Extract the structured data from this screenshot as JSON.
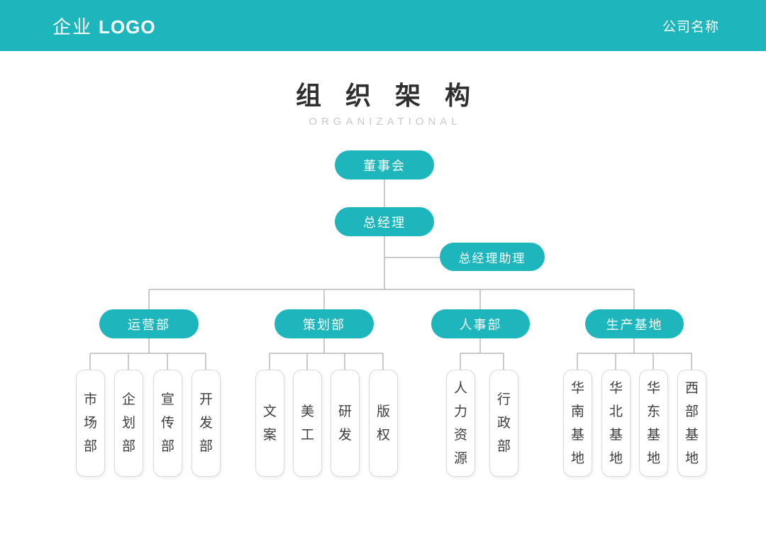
{
  "header": {
    "logo_prefix": "企业",
    "logo_suffix": "LOGO",
    "company_name": "公司名称"
  },
  "title": {
    "main": "组 织 架 构",
    "subtitle": "ORGANIZATIONAL"
  },
  "colors": {
    "teal": "#1eb6bd",
    "connector_line": "#b9b9b9",
    "title_text": "#2f2f2f",
    "subtitle_text": "#c9c9c9",
    "leaf_border": "#d9d9d9",
    "leaf_text": "#3d3d3d"
  },
  "org": {
    "board": "董事会",
    "general_manager": "总经理",
    "gm_assistant": "总经理助理",
    "departments": [
      {
        "label": "运营部",
        "children": [
          "市场部",
          "企划部",
          "宣传部",
          "开发部"
        ]
      },
      {
        "label": "策划部",
        "children": [
          "文案",
          "美工",
          "研发",
          "版权"
        ]
      },
      {
        "label": "人事部",
        "children": [
          "人力资源",
          "行政部"
        ]
      },
      {
        "label": "生产基地",
        "children": [
          "华南基地",
          "华北基地",
          "华东基地",
          "西部基地"
        ]
      }
    ]
  }
}
